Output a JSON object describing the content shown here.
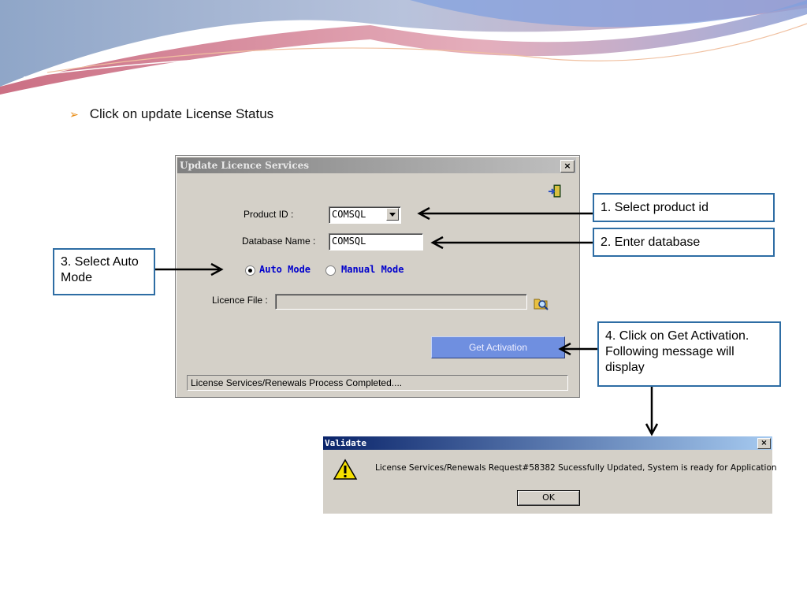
{
  "slide": {
    "bullet_text": "Click on update License Status"
  },
  "main_dialog": {
    "title": "Update Licence Services",
    "close_label": "×",
    "product_id_label": "Product ID :",
    "product_id_value": "COMSQL",
    "database_name_label": "Database Name :",
    "database_name_value": "COMSQL",
    "auto_mode_label": "Auto Mode",
    "manual_mode_label": "Manual Mode",
    "selected_mode": "Auto Mode",
    "licence_file_label": "Licence File :",
    "licence_file_value": "",
    "get_activation_label": "Get Activation",
    "status_text": "License Services/Renewals Process Completed....",
    "icons": [
      "exit-door-icon",
      "browse-folder-icon",
      "dropdown-arrow-icon"
    ]
  },
  "callouts": {
    "c1": "1. Select product id",
    "c2": "2. Enter database",
    "c3": "3. Select Auto Mode",
    "c4": "4.  Click on Get Activation. Following message will display"
  },
  "validate_dialog": {
    "title": "Validate",
    "close_label": "×",
    "message": "License Services/Renewals Request#58382 Sucessfully Updated, System is ready for Application",
    "ok_label": "OK",
    "icon": "warning-icon"
  },
  "colors": {
    "callout_border": "#2e6da4",
    "mode_label_color": "#0000cc",
    "bullet_arrow": "#e8870a"
  }
}
